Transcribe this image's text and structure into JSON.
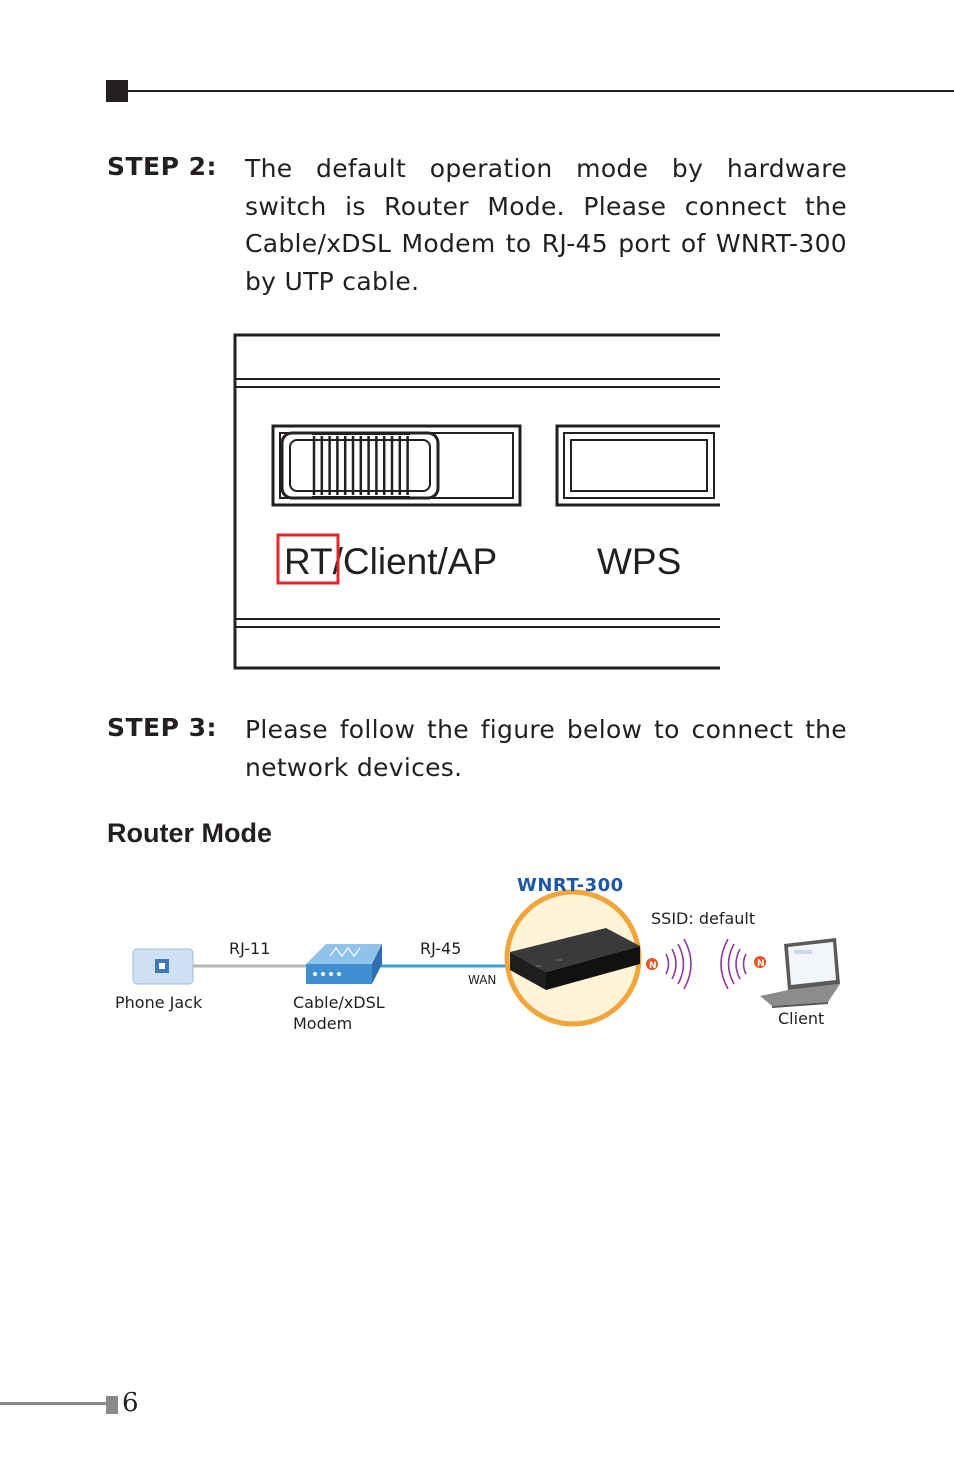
{
  "steps": [
    {
      "label": "STEP 2:",
      "text": "The default operation mode by hardware switch is Router Mode. Please connect the Cable/xDSL Modem to RJ-45 port of WNRT-300 by UTP cable."
    },
    {
      "label": "STEP 3:",
      "text": "Please follow the figure below to connect the network devices."
    }
  ],
  "switch_panel": {
    "mode_label": "RT/Client/AP",
    "wps_label": "WPS",
    "highlight_color": "#e3262b"
  },
  "section_title": "Router Mode",
  "diagram": {
    "device_name": "WNRT-300",
    "ssid_label": "SSID: default",
    "rj11_label": "RJ-11",
    "rj45_label": "RJ-45",
    "wan_label": "WAN",
    "phone_jack_label": "Phone Jack",
    "modem_label_line1": "Cable/xDSL",
    "modem_label_line2": "Modem",
    "client_label": "Client",
    "colors": {
      "device_name": "#1d57a6",
      "halo": "#f1a53b",
      "wave": "#8b3aa0",
      "badge": "#e8541e",
      "rj45_cable": "#3aa3d9"
    }
  },
  "page_number": "6"
}
